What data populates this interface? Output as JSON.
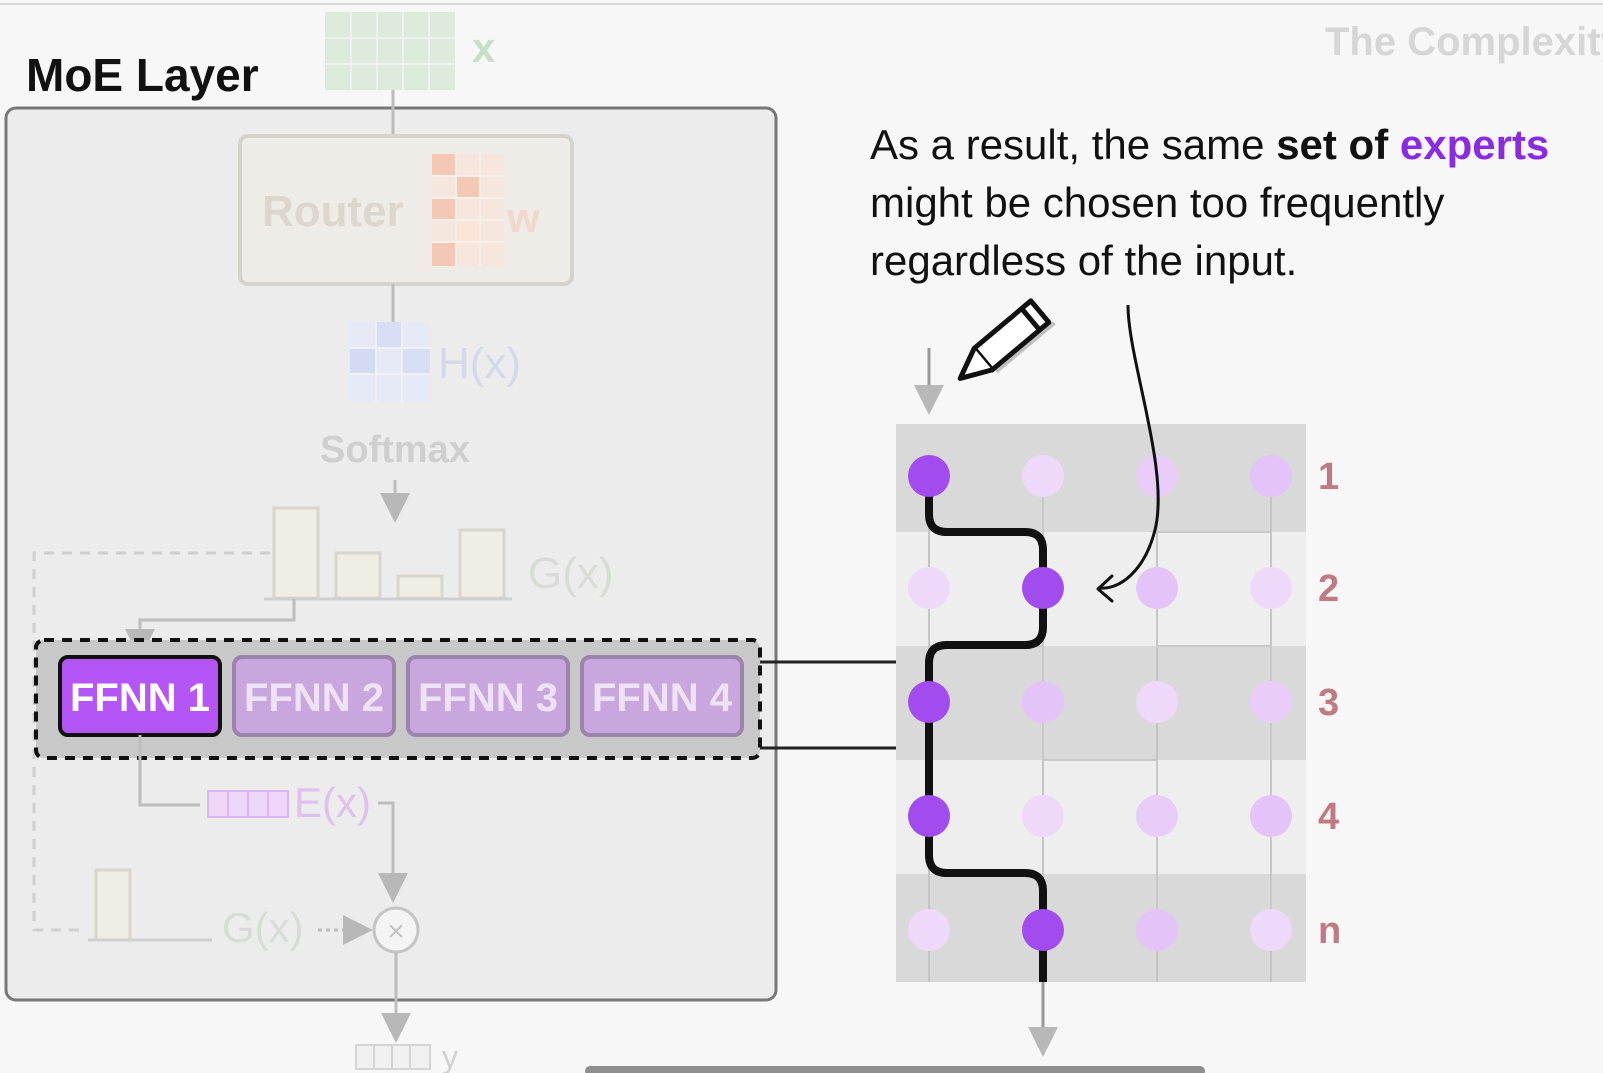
{
  "header": {
    "top_right_title": "The Complexity"
  },
  "moe": {
    "title": "MoE Layer",
    "input_label": "x",
    "router_label": "Router",
    "weight_label": "w",
    "h_label": "H(x)",
    "softmax_label": "Softmax",
    "g_label": "G(x)",
    "e_label": "E(x)",
    "g_label_bottom": "G(x)",
    "multiply_symbol": "×",
    "output_label": "y",
    "experts": [
      "FFNN 1",
      "FFNN 2",
      "FFNN 3",
      "FFNN 4"
    ],
    "active_expert_index": 0
  },
  "caption": {
    "part1": "As a result, the same ",
    "bold": "set of ",
    "accent": "experts",
    "part2": "might be chosen too frequently",
    "part3": "regardless of the input."
  },
  "grid": {
    "row_labels": [
      "1",
      "2",
      "3",
      "4",
      "n"
    ],
    "selected_column_per_row": [
      0,
      1,
      0,
      0,
      1
    ],
    "colors": {
      "selected": "#a24cf0",
      "unselected": "#e4c3f8",
      "row_label": "#c07a84",
      "row_band_dark": "#d9d9d9",
      "row_band_light": "#eeeeee"
    }
  },
  "icons": {
    "pencil": "pencil-icon"
  }
}
